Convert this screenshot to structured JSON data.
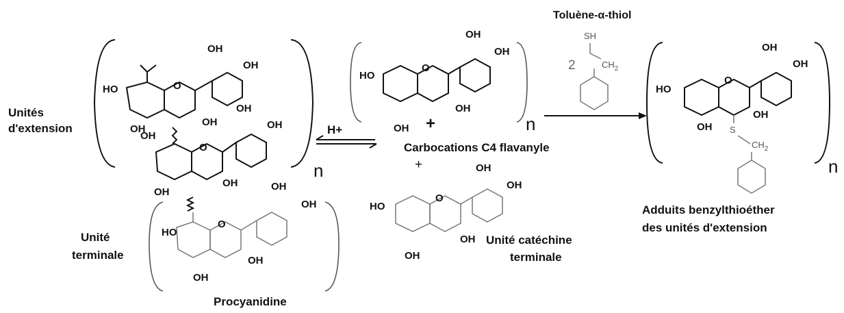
{
  "labels": {
    "extension_units": [
      "Unités",
      "d'extension"
    ],
    "terminal_unit": [
      "Unité",
      "terminale"
    ],
    "procyanidine": "Procyanidine",
    "h_plus": "H+",
    "carbocations": "Carbocations C4 flavanyle",
    "plus_mid": "+",
    "plus_ring": "+",
    "catechin_terminal": [
      "Unité catéchine",
      "terminale"
    ],
    "toluene_thiol": "Toluène-α-thiol",
    "coef": "2",
    "adducts": [
      "Adduits benzylthioéther",
      "des unités d'extension"
    ],
    "n": "n"
  },
  "atoms": {
    "OH": "OH",
    "HO": "HO",
    "O": "O",
    "SH": "SH",
    "S": "S",
    "CH2": "CH",
    "sub2": "2"
  }
}
